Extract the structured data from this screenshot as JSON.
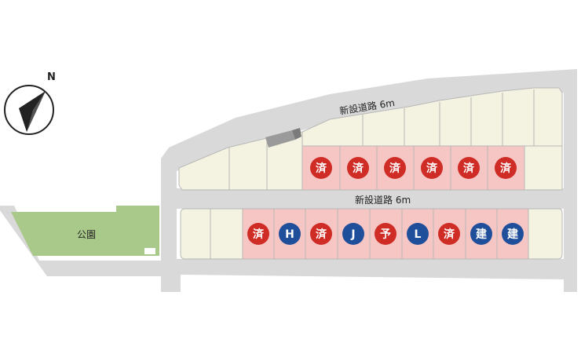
{
  "map": {
    "road_label_upper": "新設道路 6m",
    "road_label_lower": "新設道路 6m",
    "park_label": "公園",
    "compass_letter": "N",
    "colors": {
      "road": "#d9d9d9",
      "lot_available": "#f4f2e1",
      "lot_marked": "#f6c6c4",
      "lot_border": "#b8b8b8",
      "park": "#a9c98a",
      "badge_sold": "#cf2c25",
      "badge_letter": "#1f4e9b",
      "badge_building": "#1f4e9b",
      "badge_reserved": "#cf2c25"
    },
    "upper_block_badges": [
      {
        "text": "済",
        "status": "sold"
      },
      {
        "text": "済",
        "status": "sold"
      },
      {
        "text": "済",
        "status": "sold"
      },
      {
        "text": "済",
        "status": "sold"
      },
      {
        "text": "済",
        "status": "sold"
      },
      {
        "text": "済",
        "status": "sold"
      }
    ],
    "lower_block_badges": [
      {
        "text": "済",
        "status": "sold"
      },
      {
        "text": "H",
        "status": "plan"
      },
      {
        "text": "済",
        "status": "sold"
      },
      {
        "text": "J",
        "status": "plan"
      },
      {
        "text": "予",
        "status": "reserved"
      },
      {
        "text": "L",
        "status": "plan"
      },
      {
        "text": "済",
        "status": "sold"
      },
      {
        "text": "建",
        "status": "building"
      },
      {
        "text": "建",
        "status": "building"
      }
    ]
  }
}
